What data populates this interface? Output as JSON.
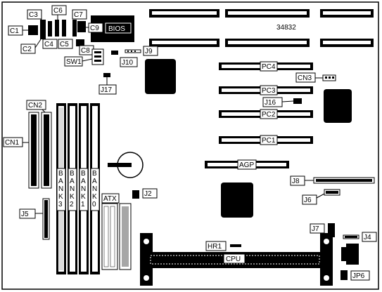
{
  "board_id": "34832",
  "bios_label": "BIOS",
  "pci_slots": [
    "PC4",
    "PC3",
    "PC2",
    "PC1"
  ],
  "agp_label": "AGP",
  "cpu_label": "CPU",
  "memory_banks": [
    "BANK3",
    "BANK2",
    "BANK1",
    "BANK0"
  ],
  "atx_label": "ATX",
  "callouts": {
    "c1": "C1",
    "c2": "C2",
    "c3": "C3",
    "c4": "C4",
    "c5": "C5",
    "c6": "C6",
    "c7": "C7",
    "c8": "C8",
    "c9": "C9",
    "sw1": "SW1",
    "j9": "J9",
    "j10": "J10",
    "j17": "J17",
    "cn1": "CN1",
    "cn2": "CN2",
    "cn3": "CN3",
    "j2": "J2",
    "j4": "J4",
    "j5": "J5",
    "j6": "J6",
    "j7": "J7",
    "j8": "J8",
    "jp6": "JP6",
    "j16": "J16",
    "hr1": "HR1"
  }
}
